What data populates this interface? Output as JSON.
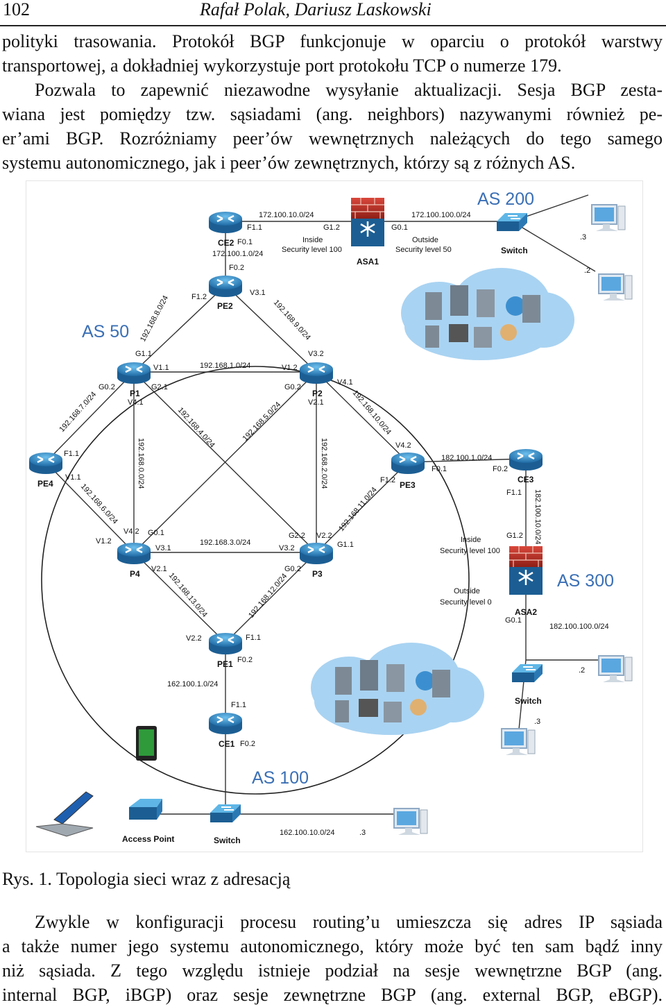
{
  "header": {
    "page_number": "102",
    "authors": "Rafał Polak, Dariusz Laskowski"
  },
  "para1": [
    "polityki trasowania. Protokół BGP funkcjonuje w oparciu o protokół warstwy",
    "transportowej, a dokładniej wykorzystuje port protokołu TCP o numerze 179.",
    "Pozwala to zapewnić niezawodne wysyłanie aktualizacji. Sesja BGP zesta-",
    "wiana jest pomiędzy tzw. sąsiadami (ang. neighbors) nazywanymi również pe-",
    "er’ami BGP. Rozróżniamy peer’ów wewnętrznych należących do tego samego",
    "systemu autonomicznego, jak i peer’ów zewnętrznych, którzy są z różnych AS."
  ],
  "figure": {
    "as_labels": {
      "as200": "AS 200",
      "as50": "AS 50",
      "as300": "AS 300",
      "as100": "AS 100"
    },
    "device_labels": {
      "ce2": "CE2",
      "pe2": "PE2",
      "p1": "P1",
      "p2": "P2",
      "pe4": "PE4",
      "pe3": "PE3",
      "ce3": "CE3",
      "p4": "P4",
      "p3": "P3",
      "pe1": "PE1",
      "ce1": "CE1",
      "asa1": "ASA1",
      "asa2": "ASA2",
      "switch_top": "Switch",
      "switch_right": "Switch",
      "switch_bottom": "Switch",
      "ap": "Access Point"
    },
    "subnets": {
      "n1": "172.100.10.0/24",
      "n2": "172.100.100.0/24",
      "n3": "172.100.1.0/24",
      "n4": "192.168.8.0/24",
      "n5": "192.168.9.0/24",
      "n6": "192.168.1.0/24",
      "n7": "192.168.7.0/24",
      "n8": "192.168.4.0/24",
      "n9": "192.168.5.0/24",
      "n10": "192.168.10.0/24",
      "n11": "192.168.0.0/24",
      "n12": "192.168.2.0/24",
      "n13": "182.100.1.0/24",
      "n14": "192.168.6.0/24",
      "n15": "192.168.11.0/24",
      "n16": "182.100.10.0/24",
      "n17": "192.168.3.0/24",
      "n18": "192.168.13.0/24",
      "n19": "192.168.12.0/24",
      "n20": "182.100.100.0/24",
      "n21": "162.100.1.0/24",
      "n22": "162.100.10.0/24"
    },
    "interfaces": {
      "ce2_f01": "F1.1",
      "ce2_f0": "F0.1",
      "asa1_g12": "G1.2",
      "asa1_g01": "G0.1",
      "pe2_f02": "F0.2",
      "pe2_f12": "F1.2",
      "pe2_v31": "V3.1",
      "p1_g11": "G1.1",
      "p1_v11": "V1.1",
      "p1_g02": "G0.2",
      "p1_g21": "G2.1",
      "p1_v41": "V4.1",
      "p2_v32": "V3.2",
      "p2_v12": "V1.2",
      "p2_g02": "G0.2",
      "p2_v21": "V2.1",
      "p2_v41": "V4.1",
      "pe4_f11": "F1.1",
      "pe4_v11": "V1.1",
      "pe3_v42": "V4.2",
      "pe3_f12": "F1.2",
      "pe3_f01": "F0.1",
      "ce3_f02": "F0.2",
      "ce3_f11": "F1.1",
      "asa2_g12": "G1.2",
      "asa2_g01": "G0.1",
      "p4_v42": "V4.2",
      "p4_g01": "G0.1",
      "p4_v12": "V1.2",
      "p4_v31": "V3.1",
      "p4_v21": "V2.1",
      "p3_g22": "G2.2",
      "p3_v22": "V2.2",
      "p3_g11": "G1.1",
      "p3_v32": "V3.2",
      "p3_g02": "G0.2",
      "pe1_v22": "V2.2",
      "pe1_f11": "F1.1",
      "pe1_f02": "F0.2",
      "ce1_f11": "F1.1",
      "ce1_f02": "F0.2",
      "host_3a": ".3",
      "host_2a": ".2",
      "host_2b": ".2",
      "host_3b": ".3",
      "host_3c": ".3"
    },
    "zones": {
      "inside1": "Inside",
      "sec100a": "Security level 100",
      "outside1": "Outside",
      "sec50": "Security level 50",
      "inside2": "Inside",
      "sec100b": "Security level 100",
      "outside2": "Outside",
      "sec0": "Security level 0"
    },
    "caption": "Rys. 1. Topologia sieci wraz z adresacją"
  },
  "para2": [
    "Zwykle w konfiguracji procesu routing’u umieszcza się adres IP sąsiada",
    "a także numer jego systemu autonomicznego, który może być ten sam bądź inny",
    "niż sąsiada. Z tego względu istnieje podział na sesje wewnętrzne BGP (ang.",
    "internal BGP, iBGP) oraz sesje zewnętrzne BGP (ang. external BGP, eBGP)."
  ],
  "colors": {
    "as_label": "#3a6fb5",
    "router": "#3a8fc7",
    "firewall": "#c0392b",
    "cloud": "#a9d3f2"
  }
}
